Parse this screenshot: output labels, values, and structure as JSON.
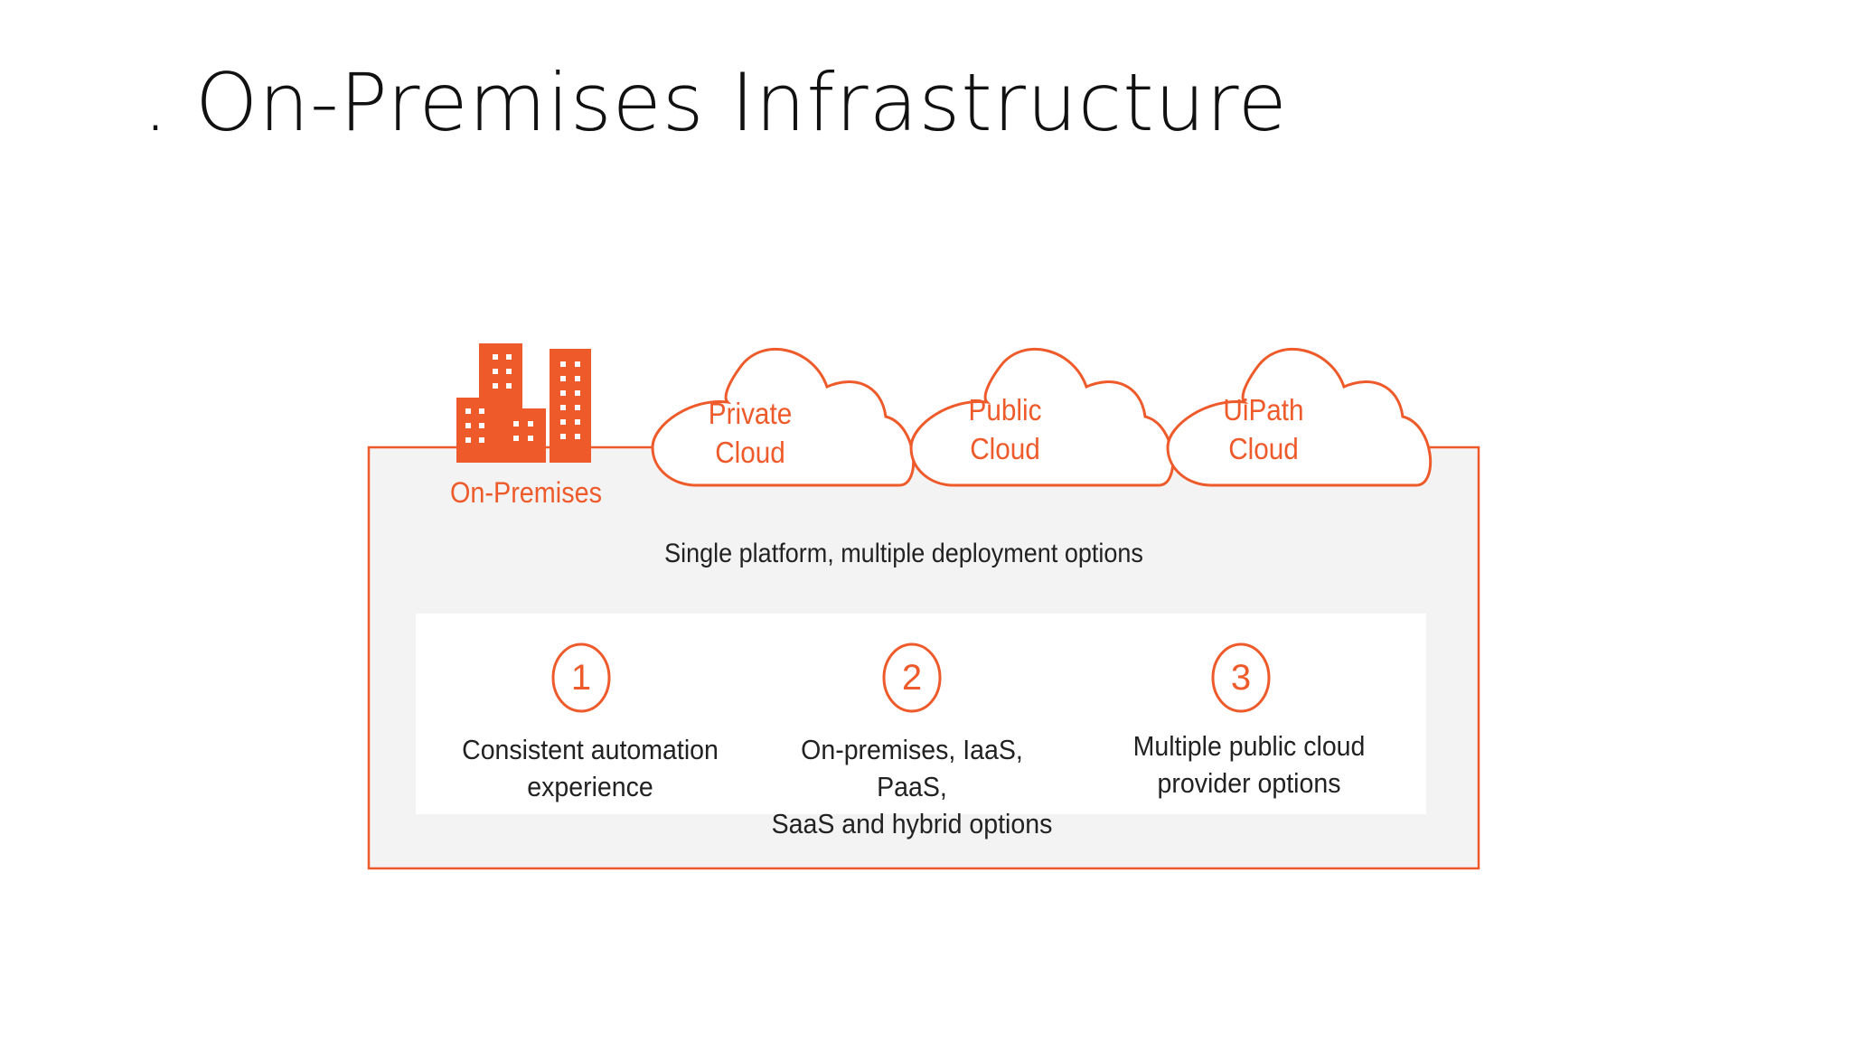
{
  "slide": {
    "title": ". On-Premises Infrastructure"
  },
  "diagram": {
    "accent_color": "#ee5a2a",
    "panel_color": "#f3f3f3",
    "deployment_options": [
      {
        "icon": "buildings-icon",
        "label": "On-Premises"
      },
      {
        "icon": "cloud-icon",
        "label_line1": "Private",
        "label_line2": "Cloud"
      },
      {
        "icon": "cloud-icon",
        "label_line1": "Public",
        "label_line2": "Cloud"
      },
      {
        "icon": "cloud-icon",
        "label_line1": "UiPath",
        "label_line2": "Cloud"
      }
    ],
    "tagline": "Single platform, multiple deployment options",
    "features": [
      {
        "number": "1",
        "line1": "Consistent automation",
        "line2": "experience"
      },
      {
        "number": "2",
        "line1": "On-premises, IaaS, PaaS,",
        "line2": "SaaS and hybrid options"
      },
      {
        "number": "3",
        "line1": "Multiple public cloud",
        "line2": "provider options"
      }
    ]
  }
}
